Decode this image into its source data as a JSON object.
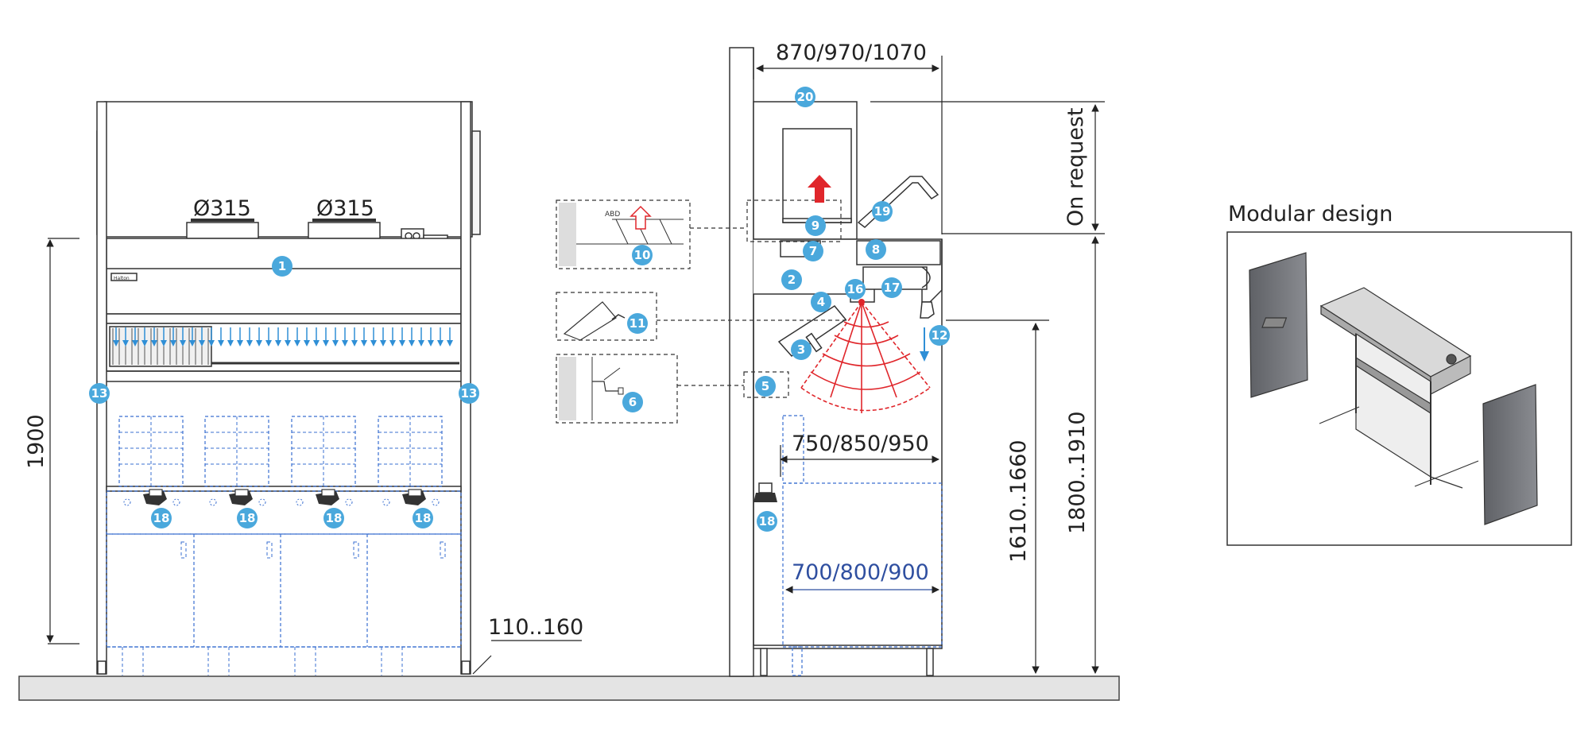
{
  "dimensions": {
    "d315_left": "Ø315",
    "d315_right": "Ø315",
    "height_1900": "1900",
    "feet_110_160": "110..160",
    "depth_top": "870/970/1070",
    "depth_mid": "750/850/950",
    "depth_bottom": "700/800/900",
    "on_request": "On request",
    "h_1610_1660": "1610..1660",
    "h_1800_1910": "1800..1910"
  },
  "detail_label_abd": "ABD",
  "brand_plate": "Halton",
  "modular": {
    "title": "Modular design"
  },
  "callouts": {
    "c1": "1",
    "c2": "2",
    "c3": "3",
    "c4": "4",
    "c5": "5",
    "c6": "6",
    "c7": "7",
    "c8": "8",
    "c9": "9",
    "c10": "10",
    "c11": "11",
    "c12": "12",
    "c13": "13",
    "c16": "16",
    "c17": "17",
    "c18": "18",
    "c19": "19",
    "c20": "20"
  },
  "colors": {
    "callout": "#4aa8dc",
    "airflow": "#2f8fd6",
    "red": "#e0262b",
    "line": "#333333",
    "dashed_blue": "#3a6fd0"
  }
}
